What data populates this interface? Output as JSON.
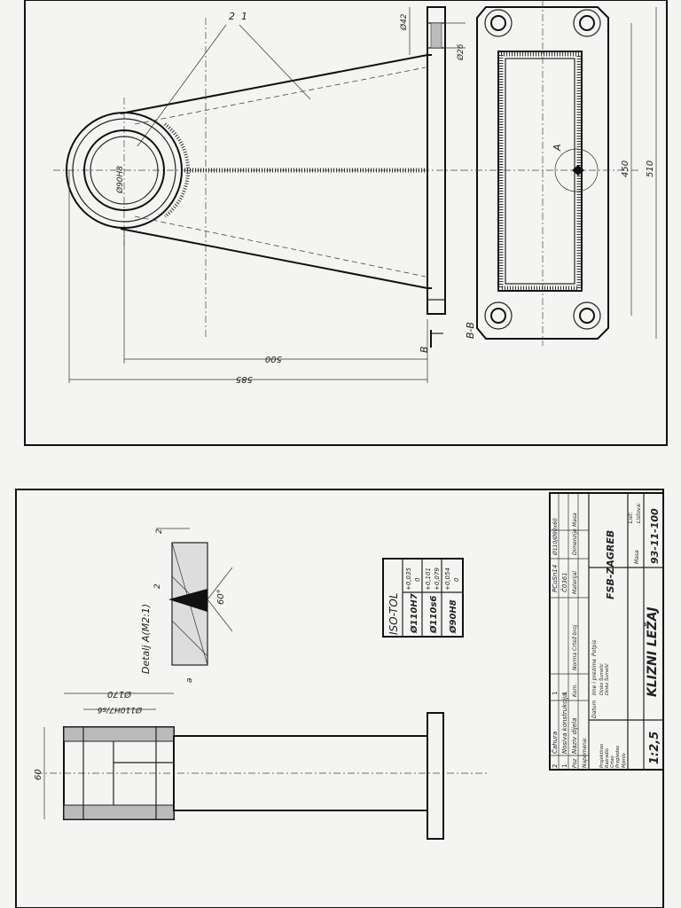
{
  "top_sheet": {
    "part_refs": [
      "2",
      "1"
    ],
    "dims": {
      "d42": "Ø42",
      "d26": "Ø26",
      "bore": "Ø90H8",
      "w500": "500",
      "w585": "585",
      "h450": "450",
      "h510": "510"
    },
    "section": {
      "left": "B",
      "right": "B-B"
    },
    "detail_marker": "A"
  },
  "bottom_sheet": {
    "detail_title": "Detalj A(M2:1)",
    "detail_dims": {
      "a": "2",
      "b": "2",
      "angle": "60°",
      "c": "a"
    },
    "side_view_dims": {
      "d170": "Ø170",
      "d110": "Ø110H7/s6",
      "h60": "60"
    },
    "iso_tol": {
      "title": "ISO-TOL",
      "rows": [
        {
          "fit": "Ø110H7",
          "upper": "+0,035",
          "lower": "0"
        },
        {
          "fit": "Ø110s6",
          "upper": "+0,101",
          "lower": "+0,079"
        },
        {
          "fit": "Ø90H8",
          "upper": "+0,054",
          "lower": "0"
        }
      ]
    },
    "title_block": {
      "parts_rows": [
        {
          "poz": "2",
          "naziv": "Čahura",
          "kom": "1",
          "norma": "PCuSn14",
          "dimenzije": "Ø110/Ø90x60",
          "masa": ""
        },
        {
          "poz": "1",
          "naziv": "Nosiva konstrukcija",
          "kom": "1",
          "norma": "Č0361",
          "dimenzije": "",
          "masa": ""
        }
      ],
      "header": {
        "poz": "Poz",
        "naziv": "Naziv dijela",
        "kom": "Kom.",
        "norma": "Norma Crtež broj",
        "materijal": "Materijal",
        "dimenzije": "Dimenzije",
        "masa": "Masa"
      },
      "napomena": "Napomena:",
      "people": {
        "datum": "Datum",
        "ime": "Ime i prezime",
        "potpis": "Potpis",
        "roles": [
          "Projektirao",
          "Razradio",
          "Crtao",
          "Pregledao",
          "Mjerilo"
        ],
        "names": [
          "Dinko Šumelić",
          "Dinko Šumelić"
        ]
      },
      "school": "FSB-ZAGREB",
      "masa_label": "Masa",
      "list_label": "List:",
      "listova_label": "Listova:",
      "scale": "1:2,5",
      "title": "KLIZNI LEŽAJ",
      "drawing_no": "93-11-100"
    }
  }
}
